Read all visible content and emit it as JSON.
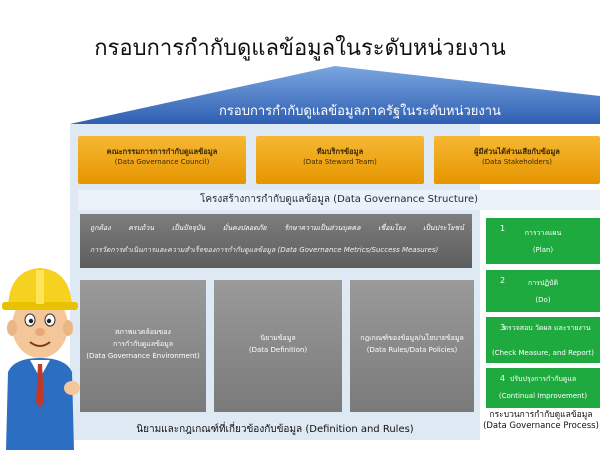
{
  "title": "กรอบการกำกับดูแลข้อมูลในระดับหน่วยงาน",
  "roof_label": "กรอบการกำกับดูแลข้อมูลภาครัฐในระดับหน่วยงาน",
  "structure": {
    "boxes": [
      {
        "th": "คณะกรรมการการกำกับดูแลข้อมูล",
        "en": "(Data Governance Council)"
      },
      {
        "th": "ทีมบริกรข้อมูล",
        "en": "(Data Steward Team)"
      },
      {
        "th": "ผู้มีส่วนได้ส่วนเสียกับข้อมูล",
        "en": "(Data Stakeholders)"
      }
    ],
    "caption": "โครงสร้างการกำกับดูแลข้อมูล (Data Governance Structure)"
  },
  "metrics": {
    "items": [
      "ถูกต้อง",
      "ครบถ้วน",
      "เป็นปัจจุบัน",
      "มั่นคงปลอดภัย",
      "รักษาความเป็นส่วนบุคคล",
      "เชื่อมโยง",
      "เป็นประโยชน์"
    ],
    "caption": "การวัดการดำเนินการและความสำเร็จของการกำกับดูแลข้อมูล (Data Governance Metrics/Success Measures)"
  },
  "definitions": {
    "boxes": [
      {
        "th1": "สภาพแวดล้อมของ",
        "th2": "การกำกับดูแลข้อมูล",
        "en": "(Data Governance Environment)"
      },
      {
        "th1": "นิยามข้อมูล",
        "th2": "",
        "en": "(Data Definition)"
      },
      {
        "th1": "กฎเกณฑ์ของข้อมูล/นโยบายข้อมูล",
        "th2": "",
        "en": "(Data Rules/Data Policies)"
      }
    ],
    "caption": "นิยามและกฎเกณฑ์ที่เกี่ยวข้องกับข้อมูล (Definition and Rules)"
  },
  "process": {
    "steps": [
      {
        "num": "1",
        "th": "การวางแผน",
        "en": "(Plan)"
      },
      {
        "num": "2",
        "th": "การปฏิบัติ",
        "en": "(Do)"
      },
      {
        "num": "3",
        "th": "ตรวจสอบ วัดผล และรายงาน",
        "en": "(Check Measure, and Report)"
      },
      {
        "num": "4",
        "th": "ปรับปรุงการกำกับดูแล",
        "en": "(Continual Improvement)"
      }
    ],
    "caption_th": "กระบวนการกำกับดูแลข้อมูล",
    "caption_en": "(Data Governance Process)"
  },
  "colors": {
    "roof": "#3e6fc0",
    "structure": "#f5a623",
    "metrics": "#6b6b6b",
    "process": "#1faa3f"
  }
}
